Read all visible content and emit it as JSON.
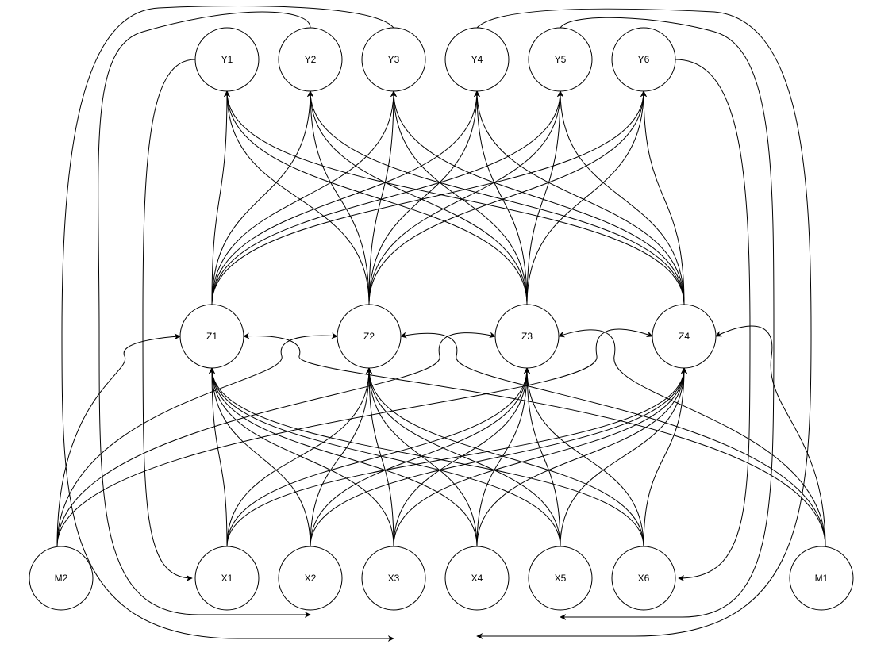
{
  "nodes": {
    "Y1": {
      "label": "Y1"
    },
    "Y2": {
      "label": "Y2"
    },
    "Y3": {
      "label": "Y3"
    },
    "Y4": {
      "label": "Y4"
    },
    "Y5": {
      "label": "Y5"
    },
    "Y6": {
      "label": "Y6"
    },
    "Z1": {
      "label": "Z1"
    },
    "Z2": {
      "label": "Z2"
    },
    "Z3": {
      "label": "Z3"
    },
    "Z4": {
      "label": "Z4"
    },
    "X1": {
      "label": "X1"
    },
    "X2": {
      "label": "X2"
    },
    "X3": {
      "label": "X3"
    },
    "X4": {
      "label": "X4"
    },
    "X5": {
      "label": "X5"
    },
    "X6": {
      "label": "X6"
    },
    "M1": {
      "label": "M1"
    },
    "M2": {
      "label": "M2"
    }
  },
  "edges": [
    {
      "from": "X1",
      "to": "Z1"
    },
    {
      "from": "X1",
      "to": "Z2"
    },
    {
      "from": "X1",
      "to": "Z3"
    },
    {
      "from": "X1",
      "to": "Z4"
    },
    {
      "from": "X2",
      "to": "Z1"
    },
    {
      "from": "X2",
      "to": "Z2"
    },
    {
      "from": "X2",
      "to": "Z3"
    },
    {
      "from": "X2",
      "to": "Z4"
    },
    {
      "from": "X3",
      "to": "Z1"
    },
    {
      "from": "X3",
      "to": "Z2"
    },
    {
      "from": "X3",
      "to": "Z3"
    },
    {
      "from": "X3",
      "to": "Z4"
    },
    {
      "from": "X4",
      "to": "Z1"
    },
    {
      "from": "X4",
      "to": "Z2"
    },
    {
      "from": "X4",
      "to": "Z3"
    },
    {
      "from": "X4",
      "to": "Z4"
    },
    {
      "from": "X5",
      "to": "Z1"
    },
    {
      "from": "X5",
      "to": "Z2"
    },
    {
      "from": "X5",
      "to": "Z3"
    },
    {
      "from": "X5",
      "to": "Z4"
    },
    {
      "from": "X6",
      "to": "Z1"
    },
    {
      "from": "X6",
      "to": "Z2"
    },
    {
      "from": "X6",
      "to": "Z3"
    },
    {
      "from": "X6",
      "to": "Z4"
    },
    {
      "from": "Z1",
      "to": "Y1"
    },
    {
      "from": "Z1",
      "to": "Y2"
    },
    {
      "from": "Z1",
      "to": "Y3"
    },
    {
      "from": "Z1",
      "to": "Y4"
    },
    {
      "from": "Z1",
      "to": "Y5"
    },
    {
      "from": "Z1",
      "to": "Y6"
    },
    {
      "from": "Z2",
      "to": "Y1"
    },
    {
      "from": "Z2",
      "to": "Y2"
    },
    {
      "from": "Z2",
      "to": "Y3"
    },
    {
      "from": "Z2",
      "to": "Y4"
    },
    {
      "from": "Z2",
      "to": "Y5"
    },
    {
      "from": "Z2",
      "to": "Y6"
    },
    {
      "from": "Z3",
      "to": "Y1"
    },
    {
      "from": "Z3",
      "to": "Y2"
    },
    {
      "from": "Z3",
      "to": "Y3"
    },
    {
      "from": "Z3",
      "to": "Y4"
    },
    {
      "from": "Z3",
      "to": "Y5"
    },
    {
      "from": "Z3",
      "to": "Y6"
    },
    {
      "from": "Z4",
      "to": "Y1"
    },
    {
      "from": "Z4",
      "to": "Y2"
    },
    {
      "from": "Z4",
      "to": "Y3"
    },
    {
      "from": "Z4",
      "to": "Y4"
    },
    {
      "from": "Z4",
      "to": "Y5"
    },
    {
      "from": "Z4",
      "to": "Y6"
    },
    {
      "from": "M2",
      "to": "Z1"
    },
    {
      "from": "M2",
      "to": "Z2"
    },
    {
      "from": "M2",
      "to": "Z3"
    },
    {
      "from": "M2",
      "to": "Z4"
    },
    {
      "from": "M1",
      "to": "Z1"
    },
    {
      "from": "M1",
      "to": "Z2"
    },
    {
      "from": "M1",
      "to": "Z3"
    },
    {
      "from": "M1",
      "to": "Z4"
    },
    {
      "from": "Y1",
      "to": "X1"
    },
    {
      "from": "Y2",
      "to": "X2"
    },
    {
      "from": "Y3",
      "to": "X3"
    },
    {
      "from": "Y4",
      "to": "X4"
    },
    {
      "from": "Y5",
      "to": "X5"
    },
    {
      "from": "Y6",
      "to": "X6"
    }
  ]
}
